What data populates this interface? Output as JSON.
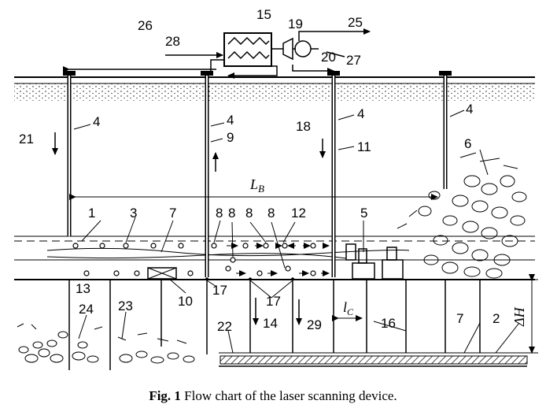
{
  "caption": {
    "prefix": "Fig. 1",
    "text": " Flow chart of the laser scanning device."
  },
  "labels": {
    "n1": "1",
    "n2": "2",
    "n3": "3",
    "n4a": "4",
    "n4b": "4",
    "n4c": "4",
    "n4d": "4",
    "n5": "5",
    "n6": "6",
    "n7a": "7",
    "n7b": "7",
    "n8a": "8",
    "n8b": "8",
    "n8c": "8",
    "n8d": "8",
    "n9": "9",
    "n10": "10",
    "n11": "11",
    "n12": "12",
    "n13": "13",
    "n14": "14",
    "n15": "15",
    "n16": "16",
    "n17a": "17",
    "n17b": "17",
    "n18": "18",
    "n19": "19",
    "n20": "20",
    "n21": "21",
    "n22": "22",
    "n23": "23",
    "n24": "24",
    "n25": "25",
    "n26": "26",
    "n27": "27",
    "n28": "28",
    "n29": "29",
    "lb": "L",
    "lb_sub": "B",
    "lc": "l",
    "lc_sub": "C",
    "dh": "ΔH"
  }
}
